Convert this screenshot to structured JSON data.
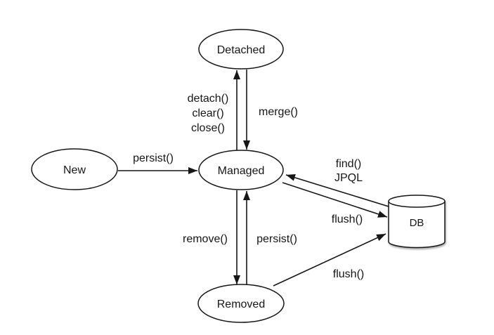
{
  "nodes": {
    "detached": "Detached",
    "new": "New",
    "managed": "Managed",
    "removed": "Removed",
    "db": "DB"
  },
  "edges": {
    "new_to_managed": {
      "label": "persist()"
    },
    "managed_to_detached": {
      "labels": [
        "detach()",
        "clear()",
        "close()"
      ]
    },
    "detached_to_managed": {
      "label": "merge()"
    },
    "db_to_managed": {
      "labels": [
        "find()",
        "JPQL"
      ]
    },
    "managed_to_db": {
      "label": "flush()"
    },
    "managed_to_removed": {
      "label": "remove()"
    },
    "removed_to_managed": {
      "label": "persist()"
    },
    "removed_to_db": {
      "label": "flush()"
    }
  },
  "colors": {
    "ink": "#161616",
    "background": "#ffffff",
    "node_fill": "#ffffff"
  }
}
